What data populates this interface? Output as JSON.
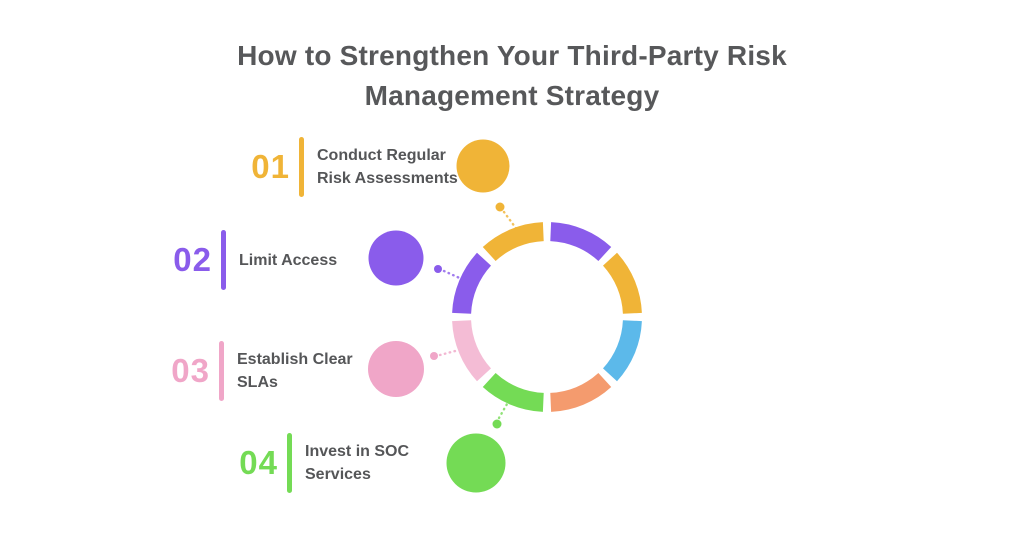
{
  "title": {
    "line1": "How to Strengthen Your Third-Party Risk",
    "line2": "Management Strategy"
  },
  "steps": [
    {
      "number": "01",
      "label_line1": "Conduct Regular",
      "label_line2": "Risk Assessments",
      "color": "#F0B437"
    },
    {
      "number": "02",
      "label_line1": "Limit Access",
      "label_line2": "",
      "color": "#8A5CEB"
    },
    {
      "number": "03",
      "label_line1": "Establish Clear",
      "label_line2": "SLAs",
      "color": "#F0A6C8"
    },
    {
      "number": "04",
      "label_line1": "Invest in SOC",
      "label_line2": "Services",
      "color": "#74DB55"
    }
  ],
  "ring": {
    "segment_colors_clockwise_from_top": [
      "#8A5CEB",
      "#F0B437",
      "#5CB9EA",
      "#F49B6E",
      "#74DB55",
      "#F4BCD5",
      "#8A5CEB",
      "#F0B437"
    ]
  },
  "colors": {
    "background": "#FFFFFF",
    "title_text": "#57585A",
    "label_text": "#555658"
  }
}
